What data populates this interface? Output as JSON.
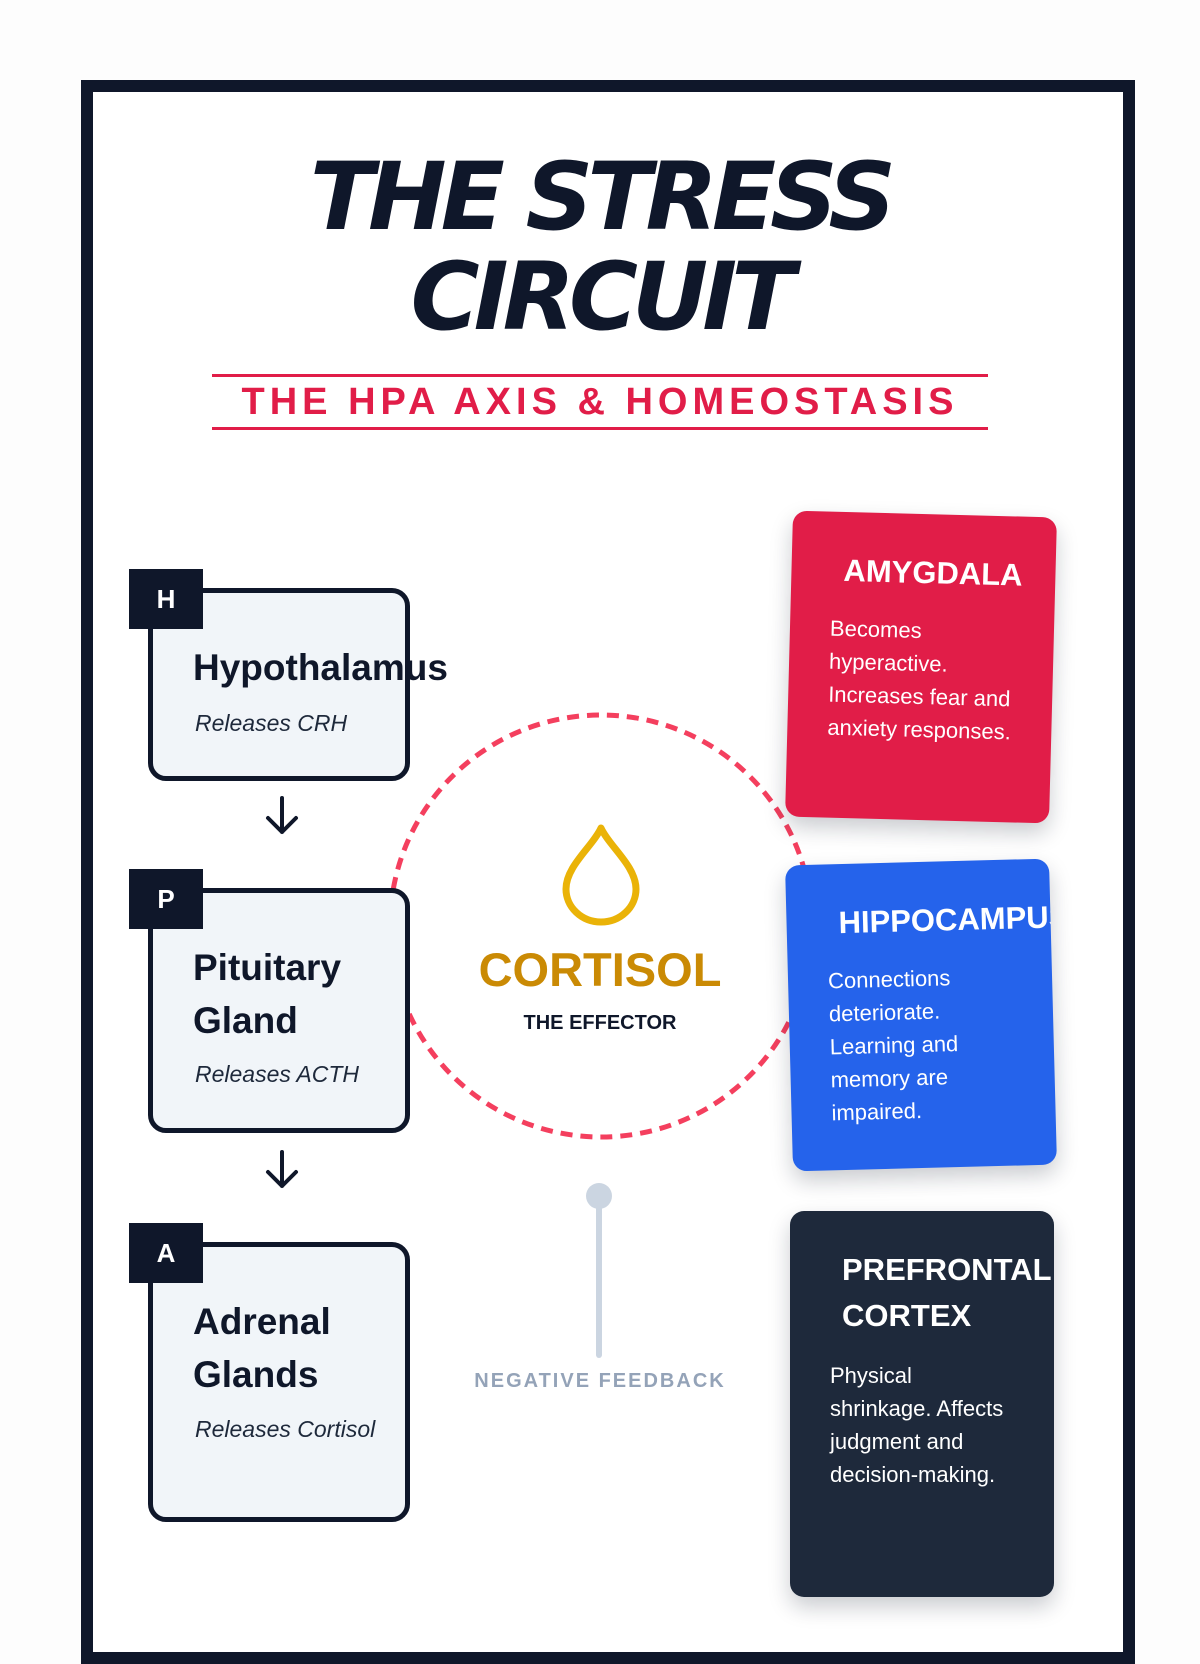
{
  "header": {
    "title_line1": "THE STRESS",
    "title_line2": "CIRCUIT",
    "subtitle": "THE HPA AXIS & HOMEOSTASIS"
  },
  "axis_nodes": [
    {
      "badge": "H",
      "name": "Hypothalamus",
      "description": "Releases CRH"
    },
    {
      "badge": "P",
      "name": "Pituitary Gland",
      "description": "Releases ACTH"
    },
    {
      "badge": "A",
      "name": "Adrenal Glands",
      "description": "Releases Cortisol"
    }
  ],
  "effector": {
    "name": "CORTISOL",
    "subtitle": "THE EFFECTOR",
    "icon": "drop-icon",
    "feedback_label": "NEGATIVE FEEDBACK"
  },
  "effect_cards": [
    {
      "title": "AMYGDALA",
      "text": "Becomes hyperactive. Increases fear and anxiety responses.",
      "color": "#e11d48"
    },
    {
      "title": "HIPPOCAMPUS",
      "text": "Connections deteriorate. Learning and memory are impaired.",
      "color": "#2563eb"
    },
    {
      "title": "PREFRONTAL CORTEX",
      "text": "Physical shrinkage. Affects judgment and decision-making.",
      "color": "#1e293b"
    }
  ],
  "colors": {
    "frame": "#0f172a",
    "accent_red": "#e11d48",
    "cortisol_gold": "#ca8a04",
    "feedback_gray": "#94a3b8"
  }
}
